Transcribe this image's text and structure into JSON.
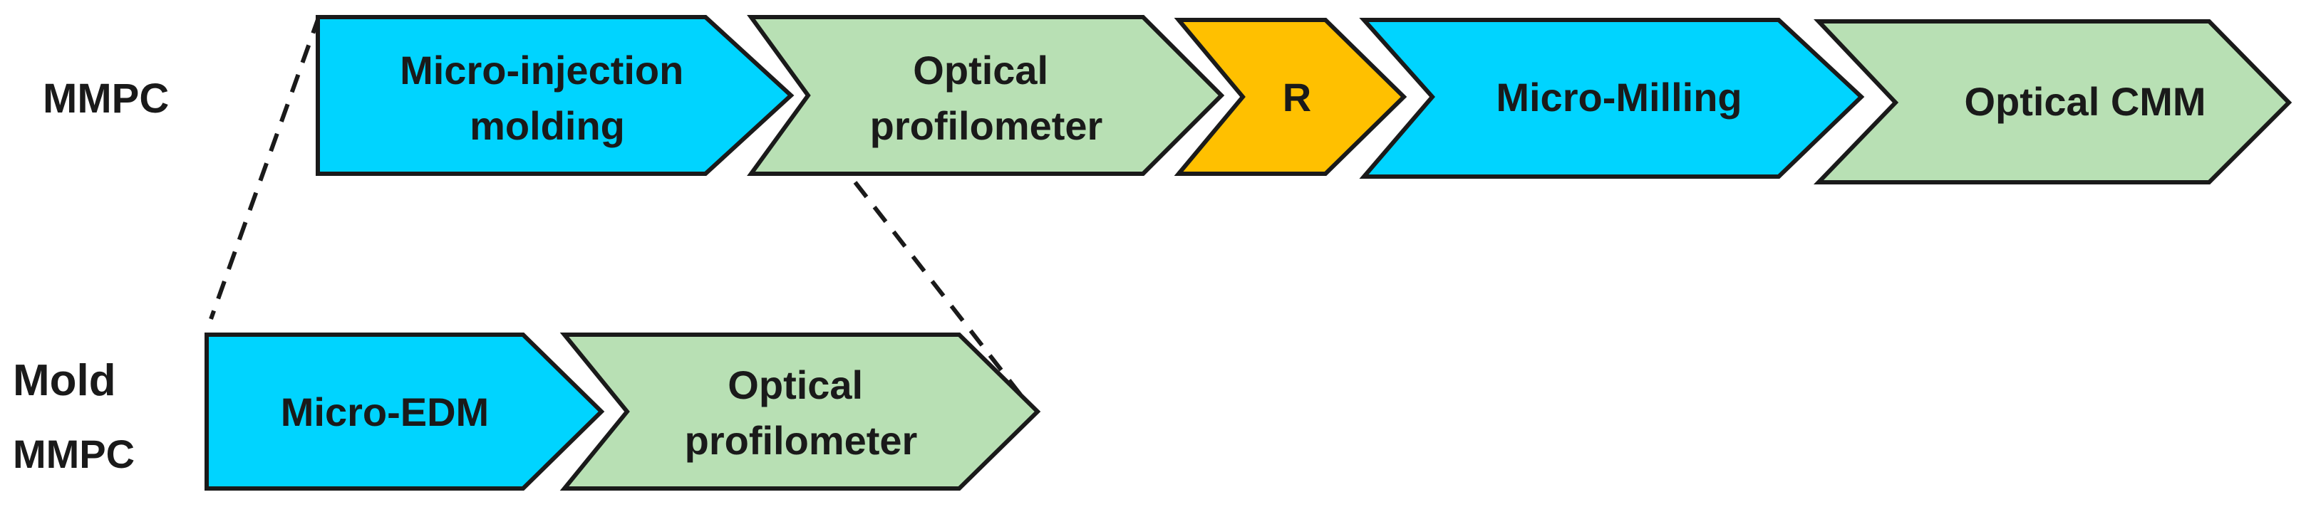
{
  "colors": {
    "process": "#00d4ff",
    "measurement": "#b8e0b4",
    "r_step": "#ffc000",
    "stroke": "#1a1a1a"
  },
  "rows": [
    {
      "label": [
        "MMPC"
      ],
      "steps": [
        {
          "lines": [
            "Micro-injection",
            "molding"
          ],
          "kind": "process"
        },
        {
          "lines": [
            "Optical",
            "profilometer"
          ],
          "kind": "measurement"
        },
        {
          "lines": [
            "R"
          ],
          "kind": "r_step"
        },
        {
          "lines": [
            "Micro-Milling"
          ],
          "kind": "process"
        },
        {
          "lines": [
            "Optical CMM"
          ],
          "kind": "measurement"
        }
      ]
    },
    {
      "label": [
        "Mold",
        "MMPC"
      ],
      "steps": [
        {
          "lines": [
            "Micro-EDM"
          ],
          "kind": "process"
        },
        {
          "lines": [
            "Optical",
            "profilometer"
          ],
          "kind": "measurement"
        }
      ]
    }
  ]
}
